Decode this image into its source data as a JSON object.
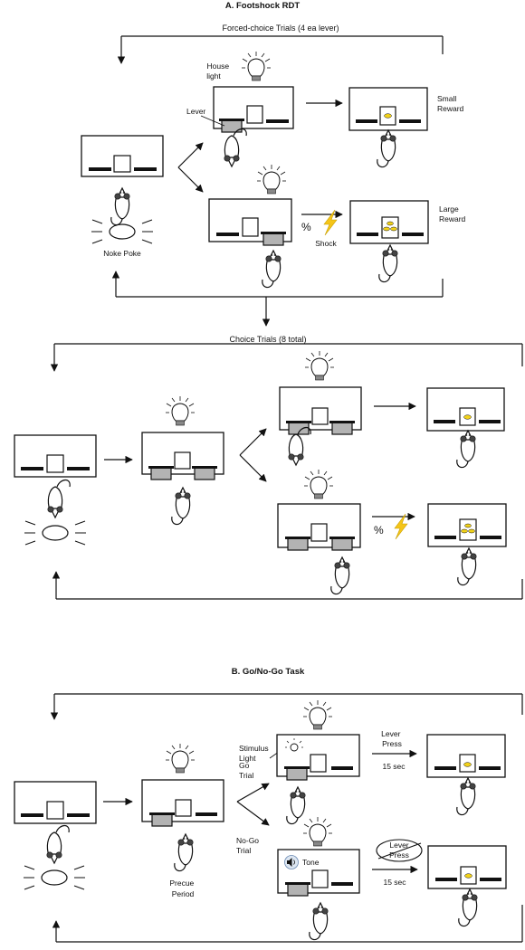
{
  "panel_a": {
    "title": "A. Footshock RDT",
    "forced_header": "Forced-choice Trials (4 ea lever)",
    "house_light_line1": "House",
    "house_light_line2": "light",
    "lever": "Lever",
    "small_reward_line1": "Small",
    "small_reward_line2": "Reward",
    "large_reward_line1": "Large",
    "large_reward_line2": "Reward",
    "shock": "Shock",
    "percent": "%",
    "nose_poke": "Noke Poke",
    "choice_header": "Choice Trials (8 total)"
  },
  "panel_b": {
    "title": "B. Go/No-Go Task",
    "stimulus_light_line1": "Stimulus",
    "stimulus_light_line2": "Light",
    "go_line1": "Go",
    "go_line2": "Trial",
    "nogo_line1": "No-Go",
    "nogo_line2": "Trial",
    "lever_press_line1": "Lever",
    "lever_press_line2": "Press",
    "seconds": "15 sec",
    "tone": "Tone",
    "precue_line1": "Precue",
    "precue_line2": "Period"
  },
  "colors": {
    "line": "#111111",
    "lever_fill": "#b3b3b3",
    "pellet": "#f2d21a",
    "bolt": "#f5c518"
  }
}
